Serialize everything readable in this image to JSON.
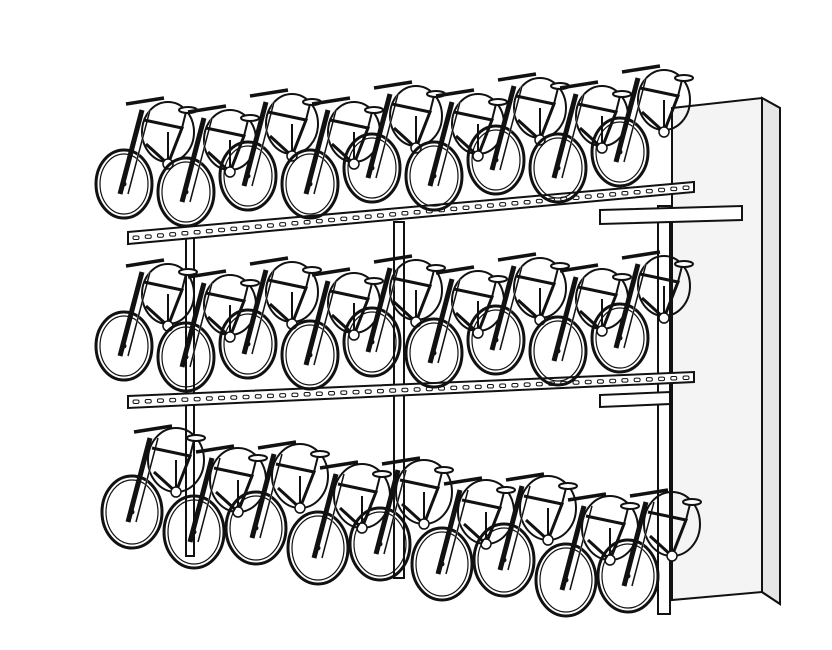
{
  "illustration": {
    "subject": "three-tier-bicycle-storage-rack",
    "tiers": [
      {
        "tier": "top",
        "bike_count": 9
      },
      {
        "tier": "middle",
        "bike_count": 9
      },
      {
        "tier": "bottom",
        "bike_count": 9
      }
    ],
    "line_color": "#111111",
    "fill_color": "#ffffff",
    "wall_shade": "#f2f2f2"
  }
}
